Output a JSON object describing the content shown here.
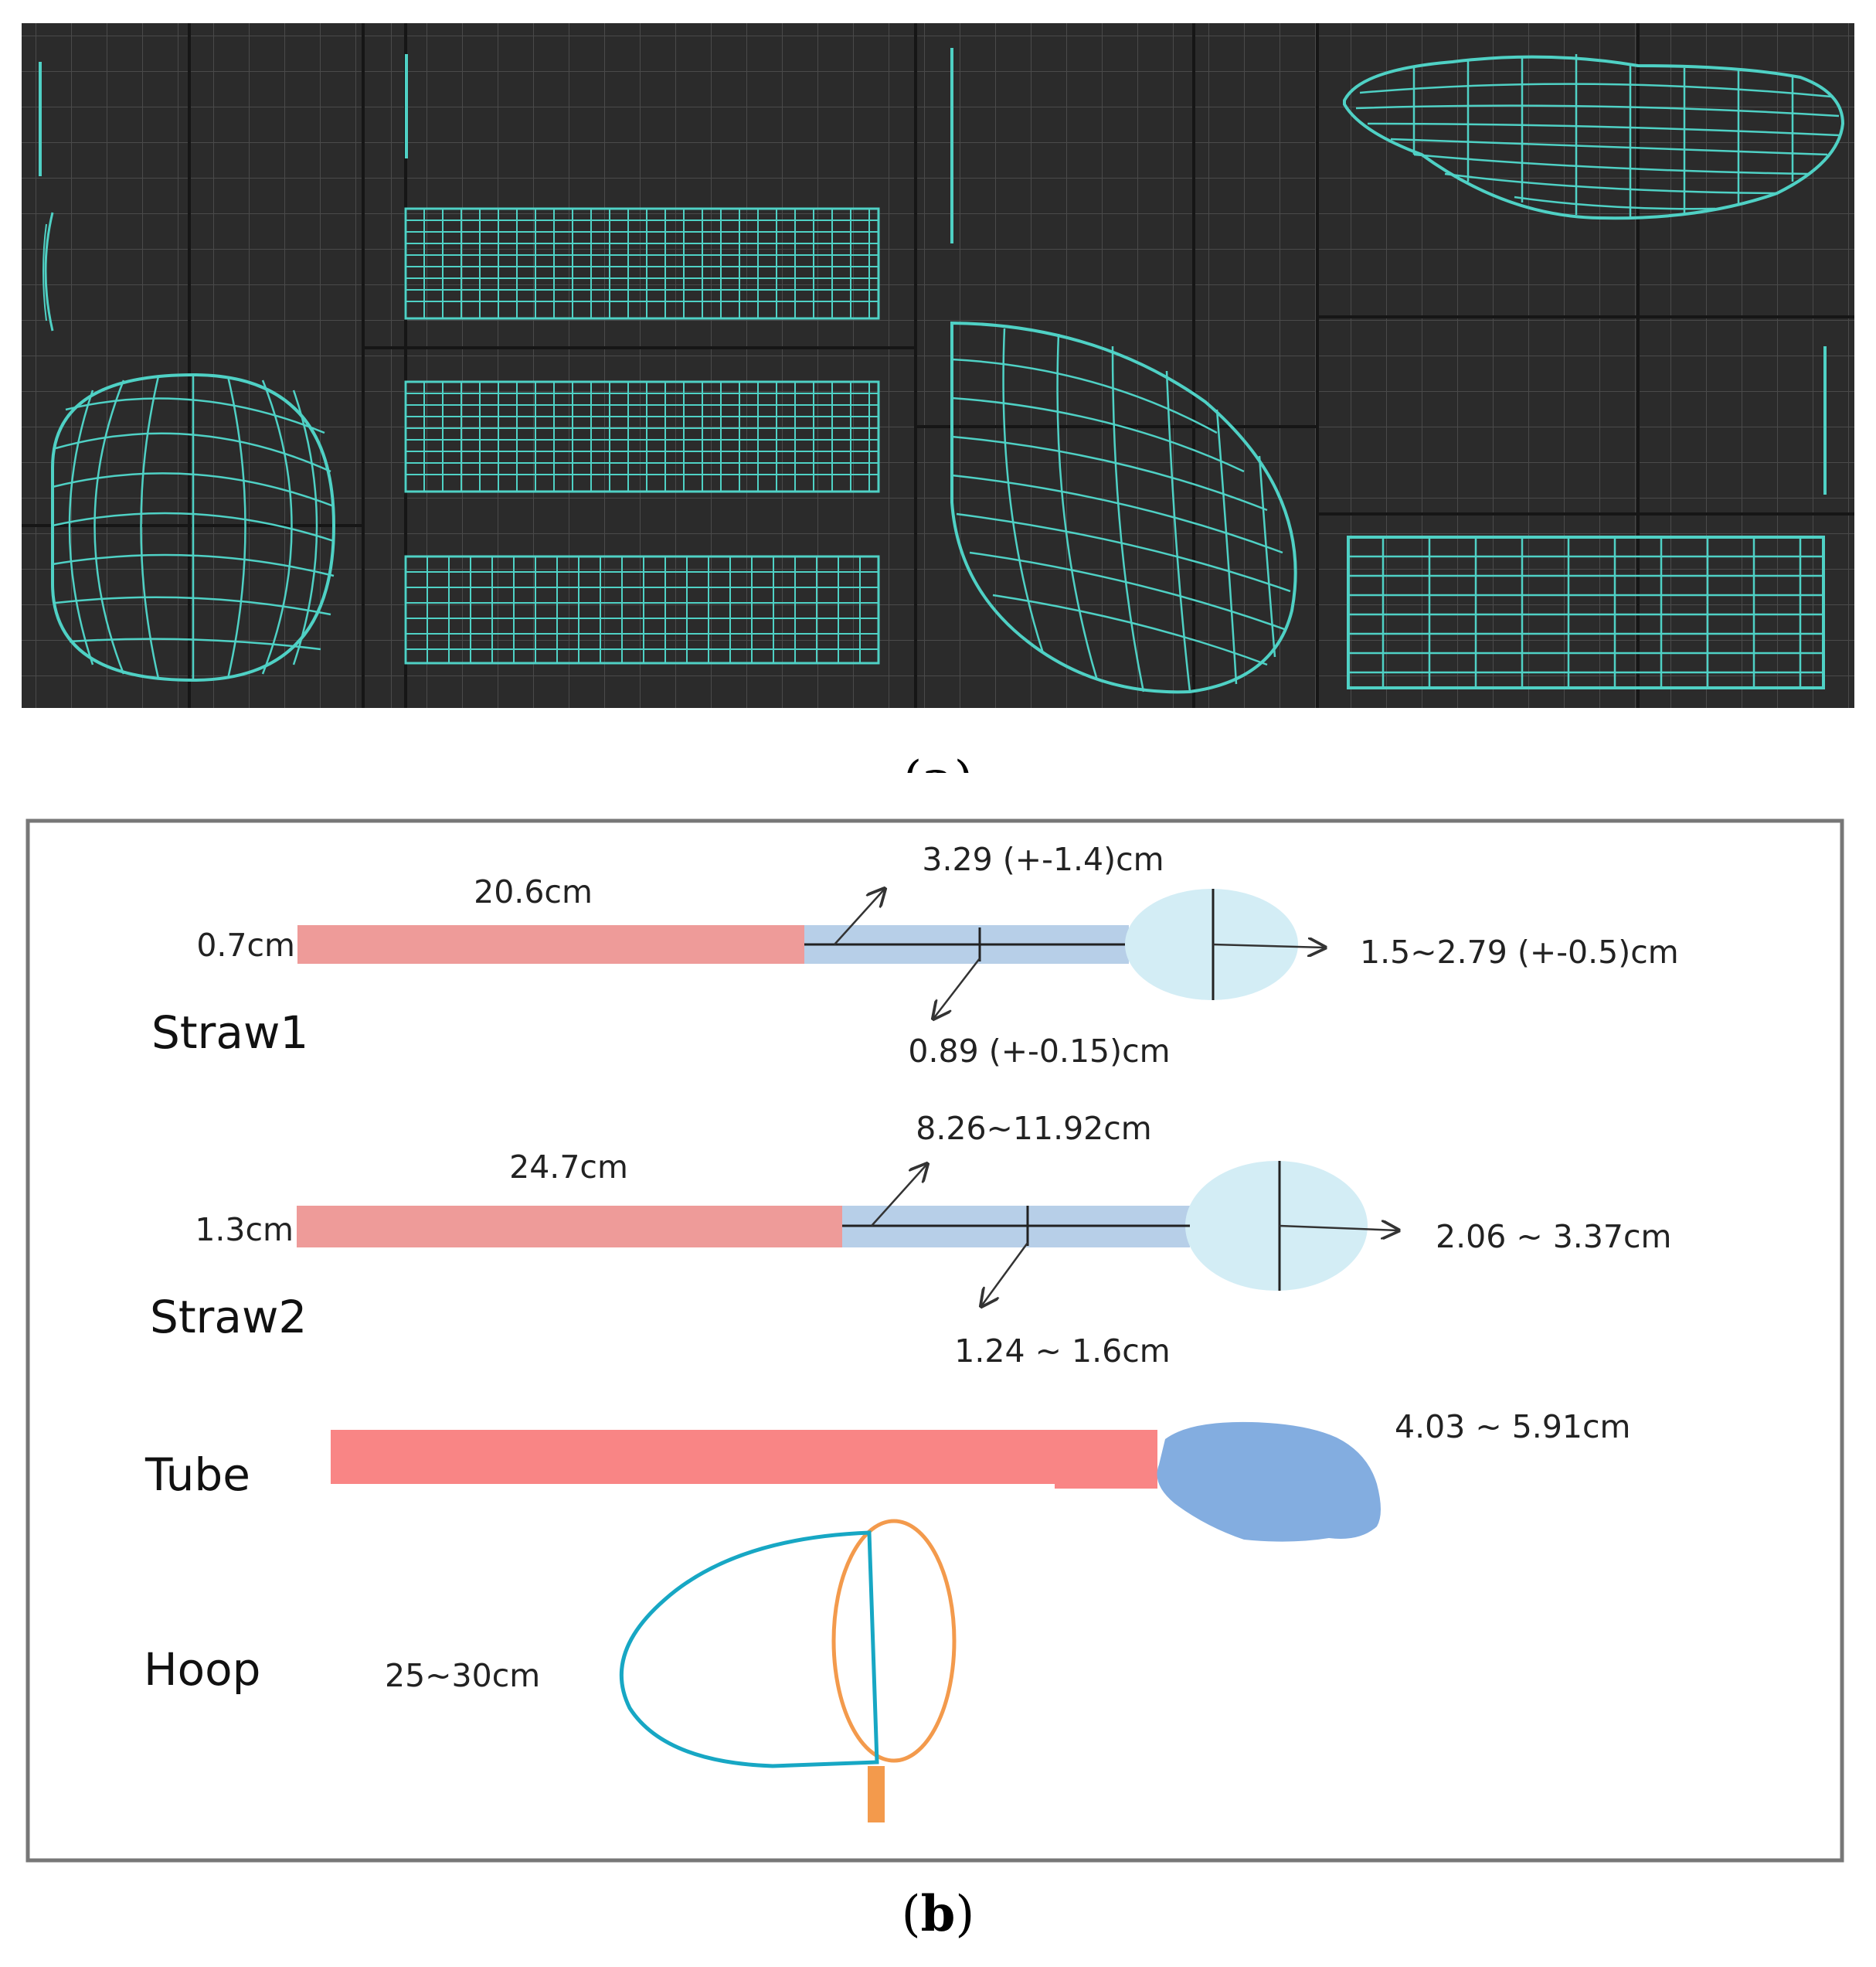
{
  "figure_a": {
    "caption_letter": "a",
    "viewport_bg": "#2b2b2b",
    "grid_color": "#4a4a4a",
    "axis_color": "#151515",
    "wire_color": "#4fd1c5"
  },
  "figure_b": {
    "caption_letter": "b",
    "straw1": {
      "name": "Straw1",
      "stem_diameter": "0.7cm",
      "stem_length": "20.6cm",
      "head_length": "3.29 (+-1.4)cm",
      "head_diameter": "0.89 (+-0.15)cm",
      "bulb_diameter": "1.5~2.79 (+-0.5)cm"
    },
    "straw2": {
      "name": "Straw2",
      "stem_diameter": "1.3cm",
      "stem_length": "24.7cm",
      "head_length": "8.26~11.92cm",
      "head_diameter": "1.24 ~ 1.6cm",
      "bulb_diameter": "2.06 ~ 3.37cm"
    },
    "tube": {
      "name": "Tube",
      "head_size": "4.03 ~ 5.91cm"
    },
    "hoop": {
      "name": "Hoop",
      "size": "25~30cm"
    },
    "colors": {
      "stem_pink": "#ee9b99",
      "head_blue": "#b7cfe8",
      "bulb_cyan": "#d3edf5",
      "tube_red": "#f98585",
      "tube_head": "#83ade0",
      "hoop_cyan": "#17a7c4",
      "hoop_orange": "#f39a4c"
    }
  }
}
